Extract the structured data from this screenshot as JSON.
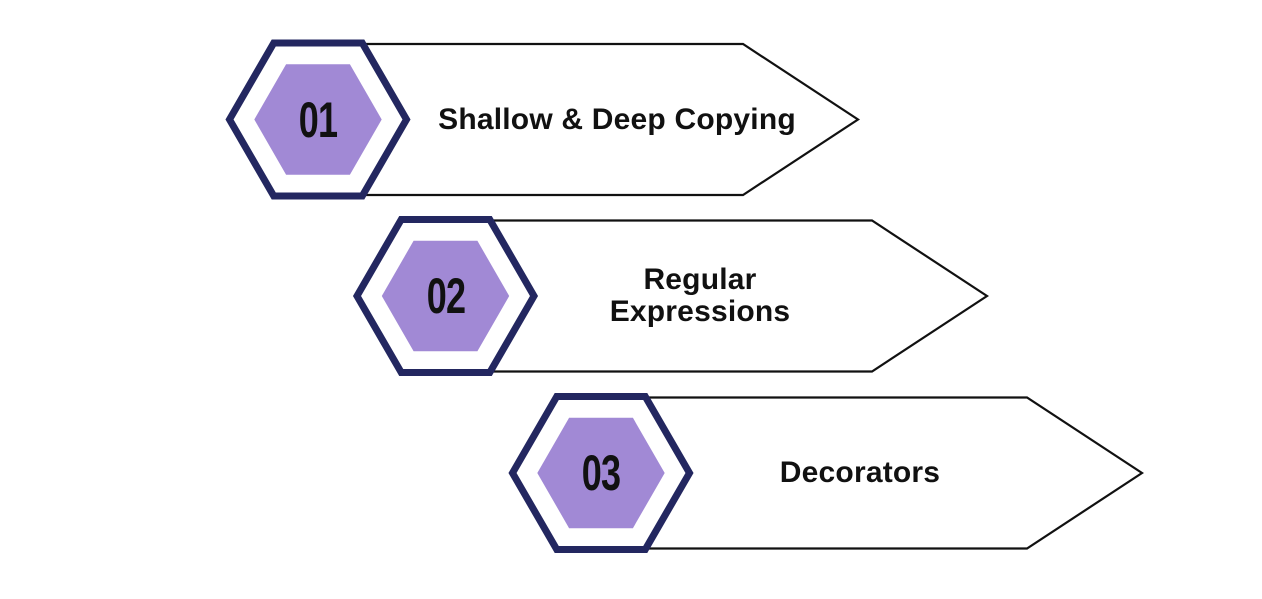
{
  "diagram": {
    "type": "process-steps",
    "colors": {
      "background": "#ffffff",
      "hexagon_border": "#232760",
      "hexagon_fill": "#a189d5",
      "banner_fill": "#ffffff",
      "banner_outline": "#111111",
      "number_color": "#111111",
      "title_color": "#111111"
    },
    "items": [
      {
        "number": "01",
        "title": "Shallow & Deep Copying"
      },
      {
        "number": "02",
        "title": "Regular Expressions"
      },
      {
        "number": "03",
        "title": "Decorators"
      }
    ]
  }
}
